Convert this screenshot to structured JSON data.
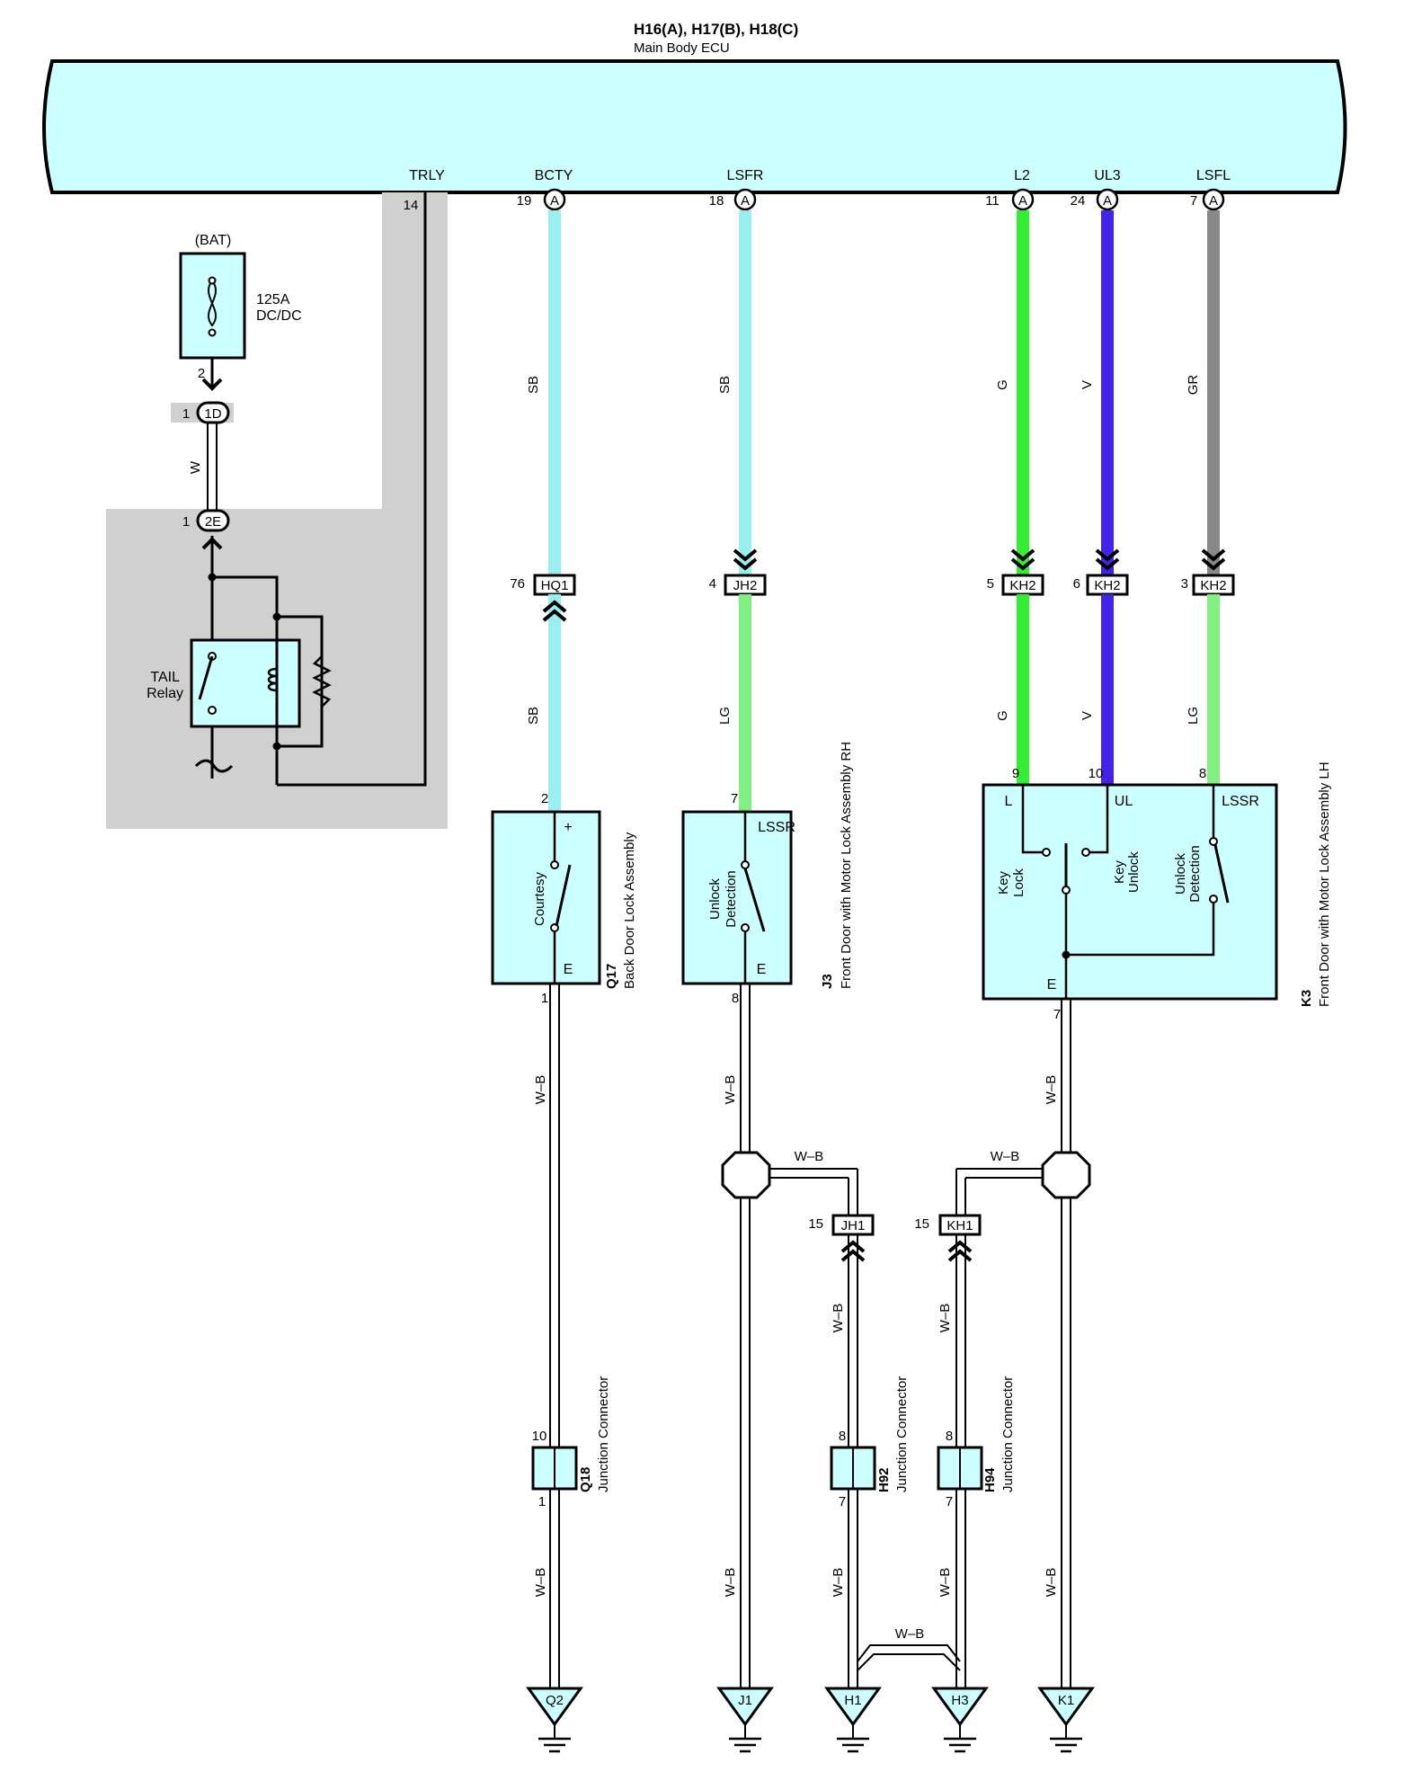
{
  "ecu": {
    "title": "H16(A), H17(B), H18(C)",
    "subtitle": "Main Body ECU",
    "terminals": [
      {
        "label": "TRLY",
        "pin": "14"
      },
      {
        "label": "BCTY",
        "pin": "19",
        "conn": "A"
      },
      {
        "label": "LSFR",
        "pin": "18",
        "conn": "A"
      },
      {
        "label": "L2",
        "pin": "11",
        "conn": "A"
      },
      {
        "label": "UL3",
        "pin": "24",
        "conn": "A"
      },
      {
        "label": "LSFL",
        "pin": "7",
        "conn": "A"
      }
    ]
  },
  "power": {
    "bat": "(BAT)",
    "fuse_rating": "125A",
    "fuse_name": "DC/DC",
    "fuse_pin": "2",
    "conn_1d": {
      "name": "1D",
      "pin": "1"
    },
    "conn_2e": {
      "name": "2E",
      "pin": "1"
    },
    "wire": "W",
    "relay_line1": "TAIL",
    "relay_line2": "Relay"
  },
  "colors": {
    "ecu_fill": "#ccffff",
    "shade": "#d0d0d0",
    "SB": "#99eeee",
    "LG": "#80f080",
    "G": "#33ee33",
    "V": "#4422ee",
    "GR": "#888888"
  },
  "wires": {
    "bcty_upper": "SB",
    "bcty_lower": "SB",
    "lsfr_upper": "SB",
    "lsfr_lower": "LG",
    "l2_upper": "G",
    "l2_lower": "G",
    "ul3_upper": "V",
    "ul3_lower": "V",
    "lsfl_upper": "GR",
    "lsfl_lower": "LG",
    "ground": "W–B"
  },
  "inline_connectors": [
    {
      "name": "HQ1",
      "pin": "76"
    },
    {
      "name": "JH2",
      "pin": "4"
    },
    {
      "name": "KH2",
      "pin": "5"
    },
    {
      "name": "KH2",
      "pin": "6"
    },
    {
      "name": "KH2",
      "pin": "3"
    },
    {
      "name": "JH1",
      "pin": "15"
    },
    {
      "name": "KH1",
      "pin": "15"
    }
  ],
  "components": {
    "q17": {
      "id": "Q17",
      "name": "Back Door Lock Assembly",
      "pin_top": "2",
      "pin_bottom": "1",
      "term_top": "+",
      "term_bottom": "E",
      "switch": "Courtesy"
    },
    "j3": {
      "id": "J3",
      "name": "Front Door with Motor Lock Assembly RH",
      "pin_top": "7",
      "pin_bottom": "8",
      "term_top": "LSSR",
      "term_bottom": "E",
      "switch_line1": "Unlock",
      "switch_line2": "Detection"
    },
    "k3": {
      "id": "K3",
      "name": "Front Door with Motor Lock Assembly LH",
      "pins": [
        "9",
        "10",
        "8",
        "7"
      ],
      "terms": [
        "L",
        "UL",
        "LSSR",
        "E"
      ],
      "key_lock": [
        "Key",
        "Lock"
      ],
      "key_unlock": [
        "Key",
        "Unlock"
      ],
      "unlock_detection": [
        "Unlock",
        "Detection"
      ]
    },
    "q18": {
      "id": "Q18",
      "name": "Junction Connector",
      "pin_top": "10",
      "pin_bottom": "1"
    },
    "h92": {
      "id": "H92",
      "name": "Junction Connector",
      "pin_top": "8",
      "pin_bottom": "7"
    },
    "h94": {
      "id": "H94",
      "name": "Junction Connector",
      "pin_top": "8",
      "pin_bottom": "7"
    }
  },
  "grounds": [
    "Q2",
    "J1",
    "H1",
    "H3",
    "K1"
  ]
}
